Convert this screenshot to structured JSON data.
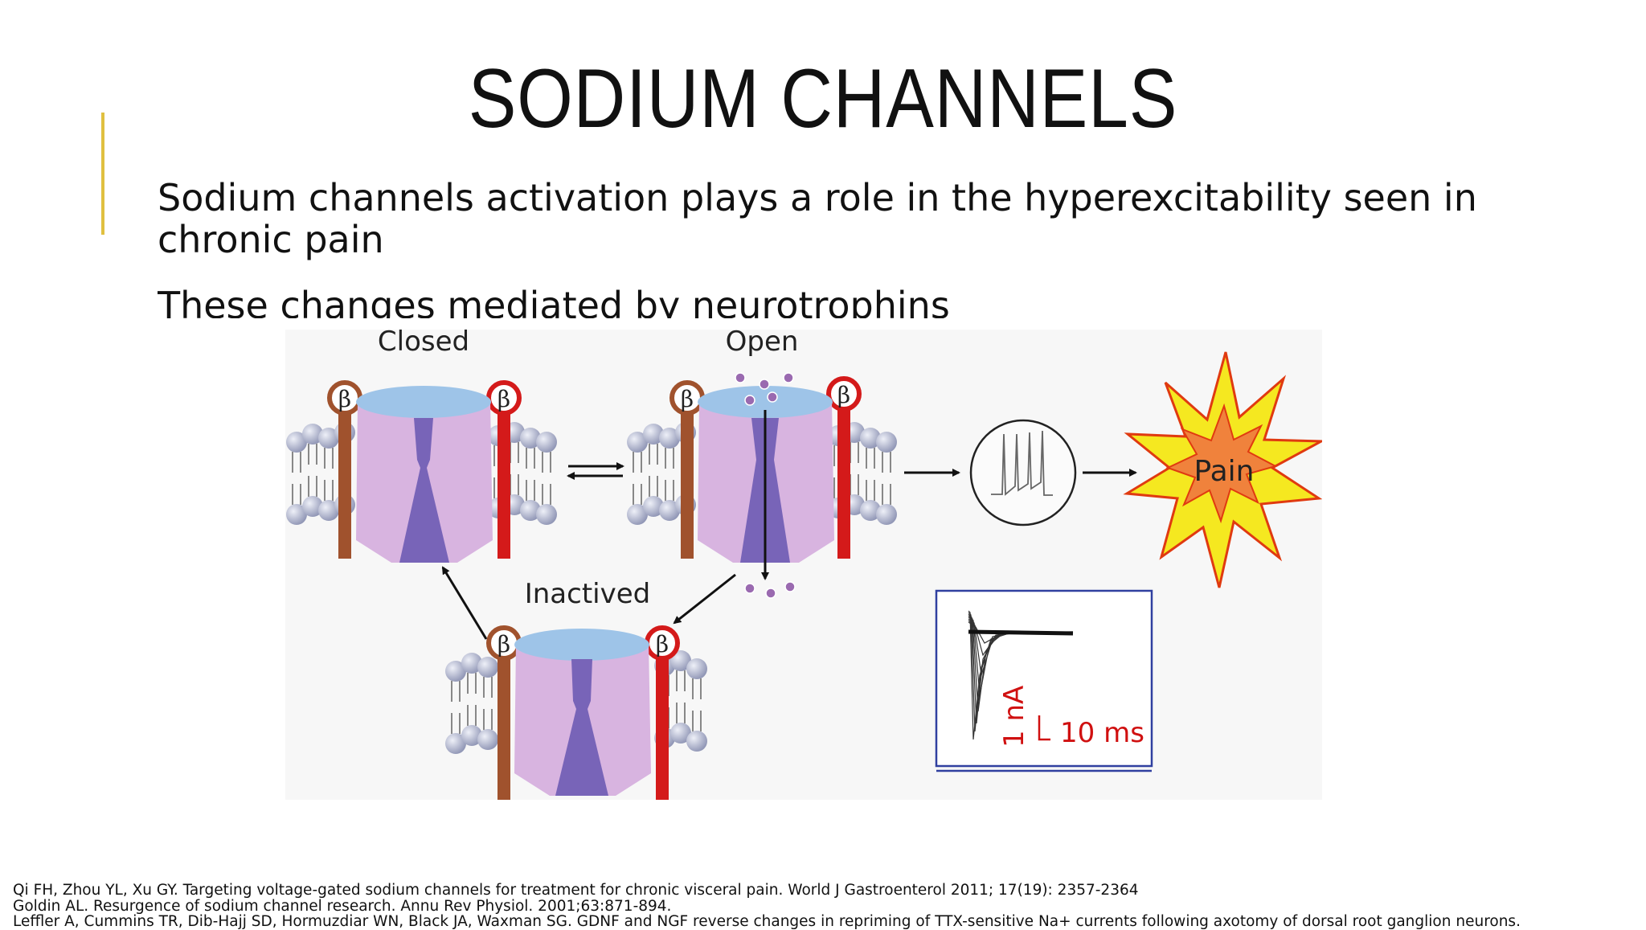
{
  "slide": {
    "title": "SODIUM CHANNELS",
    "bullets": [
      "Sodium channels activation plays a role in the hyperexcitability seen in chronic pain",
      "These changes mediated by neurotrophins"
    ]
  },
  "figure": {
    "labels": {
      "closed": "Closed",
      "open": "Open",
      "inactived": "Inactived",
      "pain": "Pain",
      "beta": "β",
      "scale_current": "1 nA",
      "scale_time": "10 ms"
    }
  },
  "references": [
    "Qi FH, Zhou YL, Xu GY. Targeting voltage-gated sodium channels for treatment for chronic visceral pain. World J Gastroenterol 2011; 17(19): 2357-2364",
    "Goldin AL. Resurgence of sodium channel research. Annu Rev Physiol. 2001;63:871-894.",
    "Leffler A, Cummins TR, Dib-Hajj SD, Hormuzdiar WN, Black JA, Waxman SG. GDNF and NGF reverse changes in repriming of TTX-sensitive Na+ currents following axotomy of dorsal root ganglion neurons."
  ],
  "colors": {
    "accent": "#e0c040",
    "channel_body": "#d8b4e0",
    "channel_top": "#9ec4e8",
    "pore": "#7864b8",
    "beta_brown": "#a0522d",
    "beta_red": "#d41a1a",
    "lipid_head": "#a9aec8",
    "star_outer": "#f5e820",
    "star_inner": "#f0823c",
    "inset_border": "#3040a0",
    "scale_text": "#d01010"
  }
}
